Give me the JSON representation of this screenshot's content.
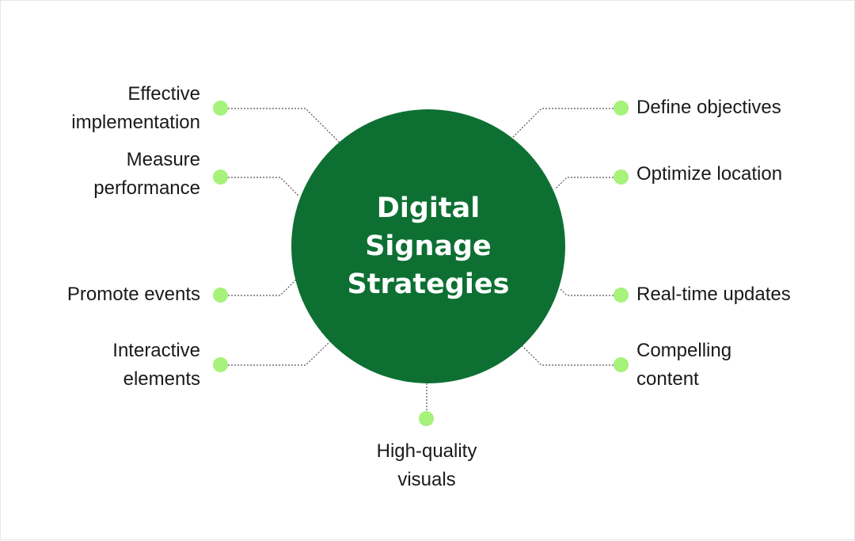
{
  "diagram": {
    "title": "Digital Signage Strategies",
    "colors": {
      "hub": "#0d7032",
      "dot": "#a6f27a",
      "connector": "#555555",
      "text": "#1a1a1a"
    },
    "nodes": [
      {
        "id": "effective-implementation",
        "label": "Effective\nimplementation"
      },
      {
        "id": "measure-performance",
        "label": "Measure\nperformance"
      },
      {
        "id": "promote-events",
        "label": "Promote events"
      },
      {
        "id": "interactive-elements",
        "label": "Interactive\nelements"
      },
      {
        "id": "define-objectives",
        "label": "Define objectives"
      },
      {
        "id": "optimize-location",
        "label": "Optimize location"
      },
      {
        "id": "real-time-updates",
        "label": "Real-time updates"
      },
      {
        "id": "compelling-content",
        "label": "Compelling\ncontent"
      },
      {
        "id": "high-quality-visuals",
        "label": "High-quality\nvisuals"
      }
    ]
  }
}
